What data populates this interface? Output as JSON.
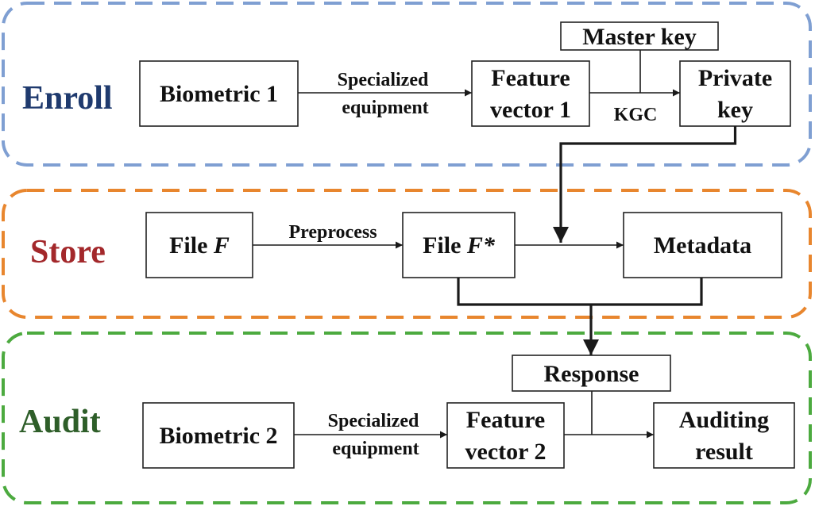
{
  "colors": {
    "enroll": "#7f9fd2",
    "store": "#e8862e",
    "audit": "#4caa3f",
    "enroll_text": "#1f3a6e",
    "store_text": "#a3282b",
    "audit_text": "#2e5e29"
  },
  "stages": {
    "enroll": "Enroll",
    "store": "Store",
    "audit": "Audit"
  },
  "nodes": {
    "biometric1": [
      "Biometric 1"
    ],
    "feature_vector1": [
      "Feature",
      "vector 1"
    ],
    "master_key": [
      "Master key"
    ],
    "private_key": [
      "Private",
      "key"
    ],
    "file_f": [
      "File ",
      "F"
    ],
    "file_f_star": [
      "File ",
      "F*"
    ],
    "metadata": [
      "Metadata"
    ],
    "response": [
      "Response"
    ],
    "biometric2": [
      "Biometric 2"
    ],
    "feature_vector2": [
      "Feature",
      "vector 2"
    ],
    "auditing_result": [
      "Auditing",
      "result"
    ]
  },
  "edge_labels": {
    "specialized_equipment_1": [
      "Specialized",
      "equipment"
    ],
    "kgc": "KGC",
    "preprocess": "Preprocess",
    "specialized_equipment_2": [
      "Specialized",
      "equipment"
    ]
  }
}
